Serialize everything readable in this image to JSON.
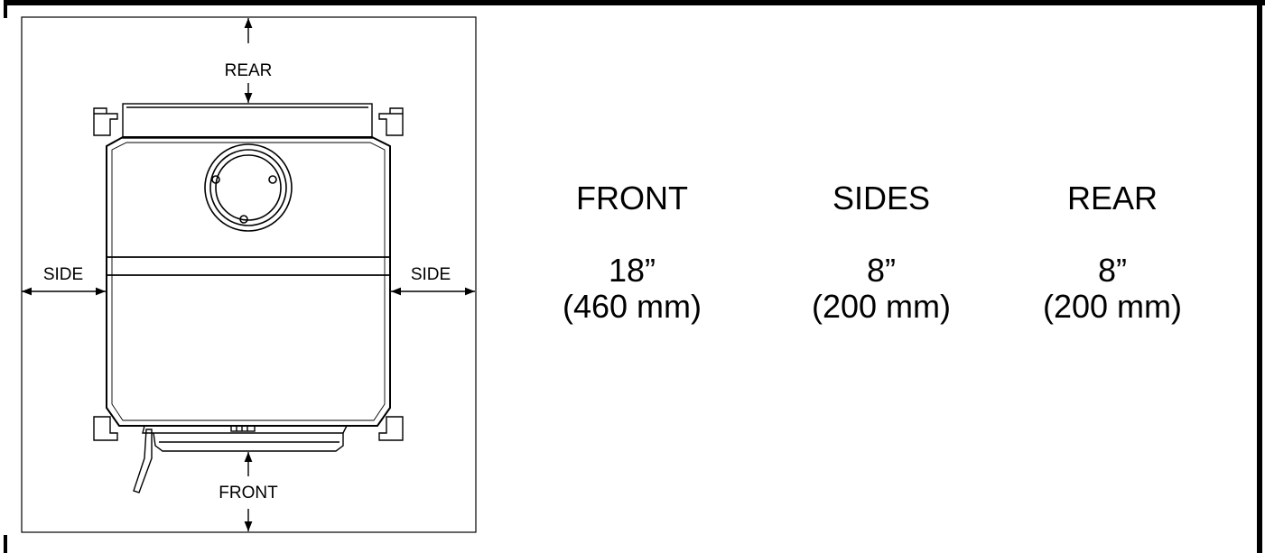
{
  "diagram": {
    "labels": {
      "rear": "REAR",
      "front": "FRONT",
      "side_left": "SIDE",
      "side_right": "SIDE"
    }
  },
  "clearances": [
    {
      "header": "FRONT",
      "inches": "18”",
      "mm": "(460 mm)"
    },
    {
      "header": "SIDES",
      "inches": "8”",
      "mm": "(200 mm)"
    },
    {
      "header": "REAR",
      "inches": "8”",
      "mm": "(200 mm)"
    }
  ],
  "colors": {
    "line": "#000000",
    "background": "#ffffff"
  }
}
